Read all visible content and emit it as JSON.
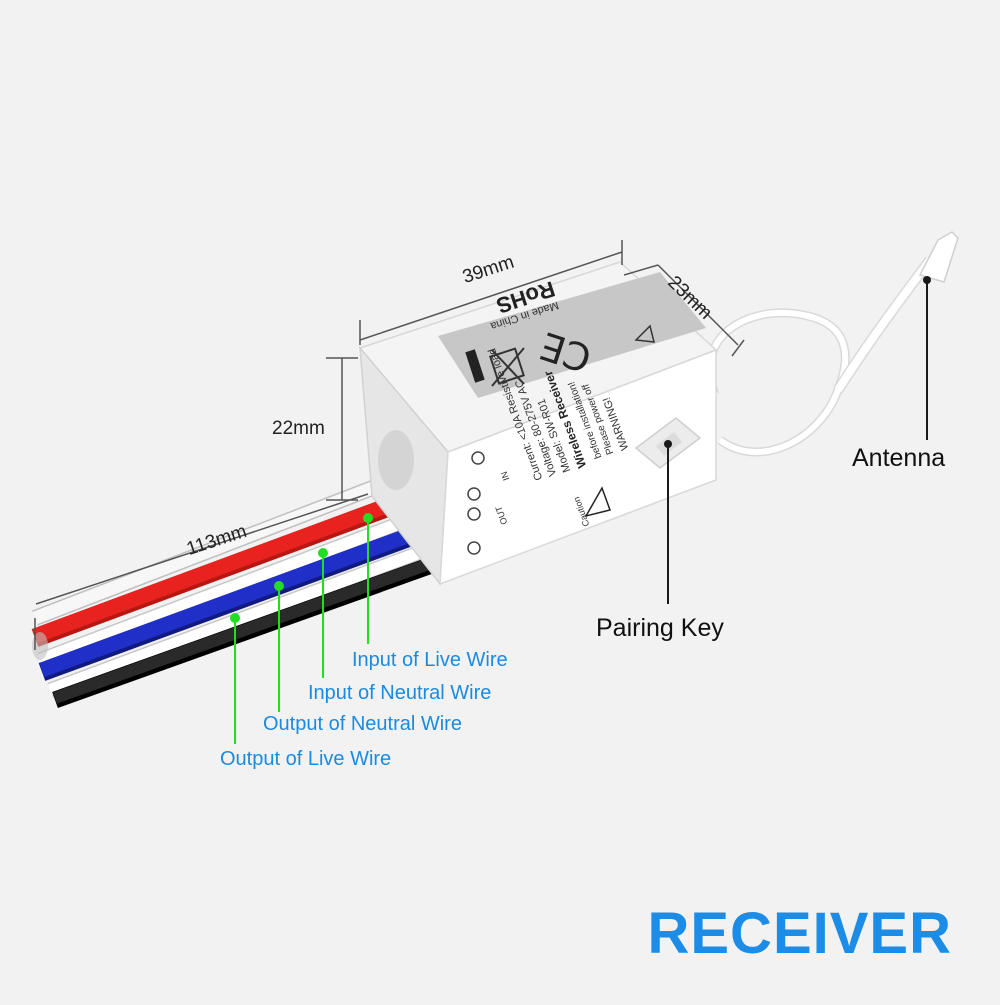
{
  "dimensions": {
    "width": "39mm",
    "depth": "23mm",
    "height": "22mm",
    "wire_length": "113mm"
  },
  "callouts": {
    "antenna": "Antenna",
    "pairing_key": "Pairing Key",
    "input_live": "Input of Live Wire",
    "input_neutral": "Input of Neutral Wire",
    "output_neutral": "Output of Neutral Wire",
    "output_live": "Output of Live Wire"
  },
  "device_label": {
    "rohs": "RoHS",
    "made_in": "Made in China",
    "warning_title": "WARNING!",
    "warning_line1": "Please power off",
    "warning_line2": "before installation!",
    "caution": "Caution",
    "product": "Wireless Receiver",
    "model": "Model: SW-R01",
    "voltage": "Voltage: 80-275V AC",
    "current": "Current: <10A Resistive load",
    "in": "IN",
    "out": "OUT"
  },
  "title": "RECEIVER",
  "colors": {
    "accent_blue": "#1c8ce6",
    "callout_blue": "#1a8be0",
    "green_marker": "#22dd22",
    "wire_red": "#e8231f",
    "wire_blue": "#1f2fc8",
    "wire_black": "#1a1a1a",
    "wire_white": "#fafafa"
  }
}
